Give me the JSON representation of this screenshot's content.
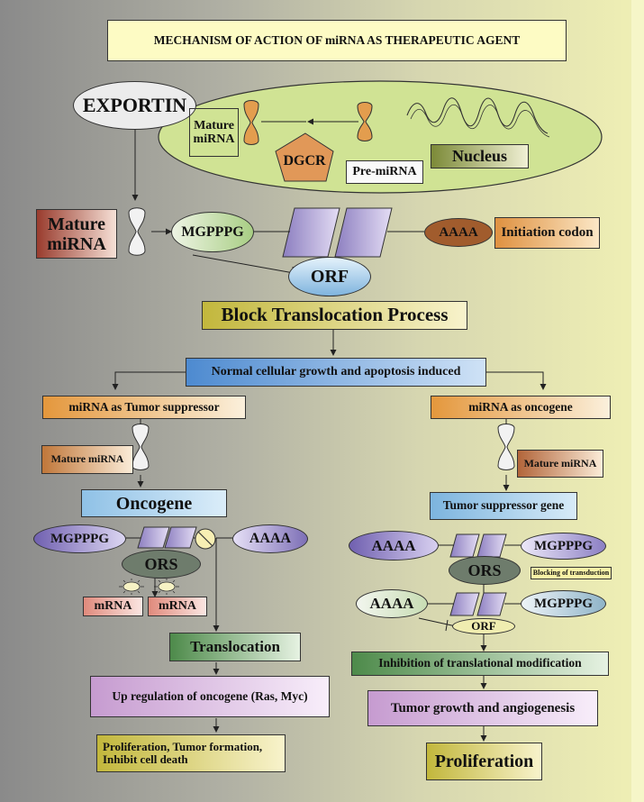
{
  "diagram": {
    "title": "MECHANISM OF ACTION OF miRNA AS THERAPEUTIC AGENT",
    "top": {
      "exportin": "EXPORTIN",
      "mature_mirna_box": "Mature miRNA",
      "dgcr": "DGCR",
      "pre_mirna": "Pre-miRNA",
      "nucleus": "Nucleus"
    },
    "middle": {
      "mature_mirna": "Mature miRNA",
      "mgpppg": "MGPPPG",
      "aaaa": "AAAA",
      "initiation_codon": "Initiation codon",
      "orf": "ORF",
      "block": "Block Translocation Process",
      "normal_growth": "Normal cellular growth and apoptosis induced"
    },
    "left": {
      "header": "miRNA as Tumor suppressor",
      "mature_mirna": "Mature miRNA",
      "oncogene": "Oncogene",
      "mgpppg": "MGPPPG",
      "aaaa": "AAAA",
      "ors": "ORS",
      "mrna_1": "mRNA",
      "mrna_2": "mRNA",
      "translocation": "Translocation",
      "upregulation": "Up regulation of oncogene (Ras, Myc)",
      "proliferation": "Proliferation, Tumor formation, Inhibit cell death"
    },
    "right": {
      "header": "miRNA as oncogene",
      "mature_mirna": "Mature miRNA",
      "tsg": "Tumor suppressor gene",
      "aaaa_1": "AAAA",
      "mgpppg_1": "MGPPPG",
      "ors": "ORS",
      "blocking": "Blocking of transduction",
      "aaaa_2": "AAAA",
      "mgpppg_2": "MGPPPG",
      "orf": "ORF",
      "inhibition": "Inhibition of translational modification",
      "tumor_growth": "Tumor growth and angiogenesis",
      "proliferation": "Proliferation"
    }
  }
}
